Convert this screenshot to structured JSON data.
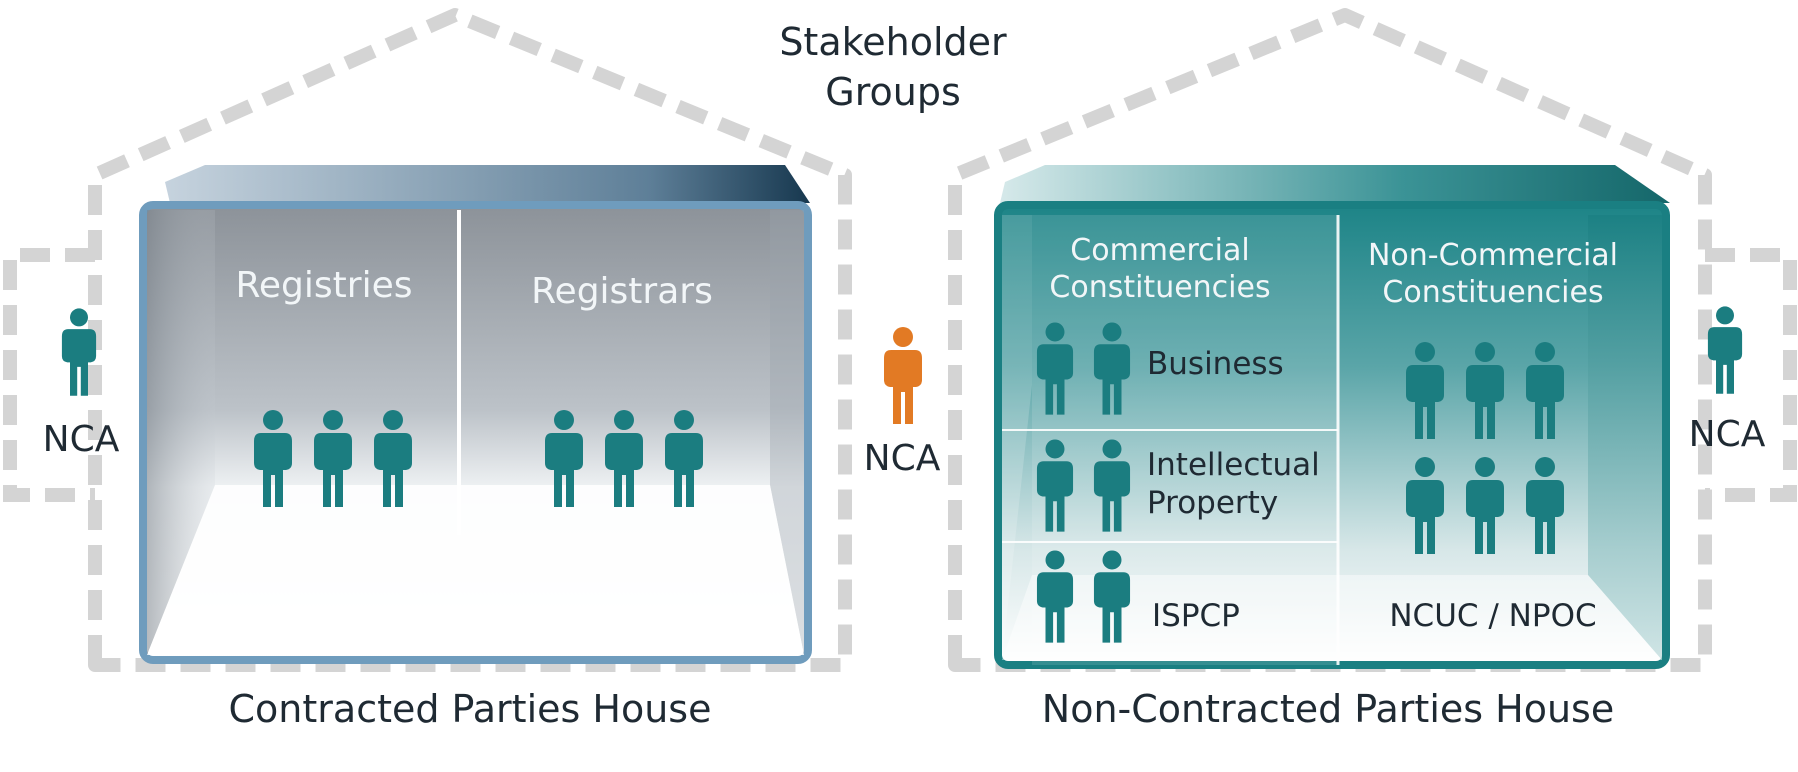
{
  "title": {
    "line1": "Stakeholder",
    "line2": "Groups"
  },
  "contracted_house": {
    "label": "Contracted Parties House",
    "groups": [
      {
        "label": "Registries",
        "people": 3
      },
      {
        "label": "Registrars",
        "people": 3
      }
    ]
  },
  "non_contracted_house": {
    "label": "Non-Contracted Parties House",
    "commercial": {
      "heading_line1": "Commercial",
      "heading_line2": "Constituencies",
      "constituencies": [
        {
          "label_line1": "Business",
          "label_line2": "",
          "people": 2
        },
        {
          "label_line1": "Intellectual",
          "label_line2": "Property",
          "people": 2
        },
        {
          "label_line1": "ISPCP",
          "label_line2": "",
          "people": 2
        }
      ]
    },
    "non_commercial": {
      "heading_line1": "Non-Commercial",
      "heading_line2": "Constituencies",
      "label": "NCUC /  NPOC",
      "people": 6
    }
  },
  "nca": {
    "left_label": "NCA",
    "center_label": "NCA",
    "right_label": "NCA"
  },
  "colors": {
    "teal": "#1b7d80",
    "orange": "#e27a24",
    "blue_frame": "#6f9cbd",
    "teal_frame": "#1a7f82",
    "dashed_outline": "#d4d4d4",
    "text": "#1f2a33"
  },
  "icons": {
    "person": "person-icon",
    "house_outline": "house-outline-icon"
  }
}
